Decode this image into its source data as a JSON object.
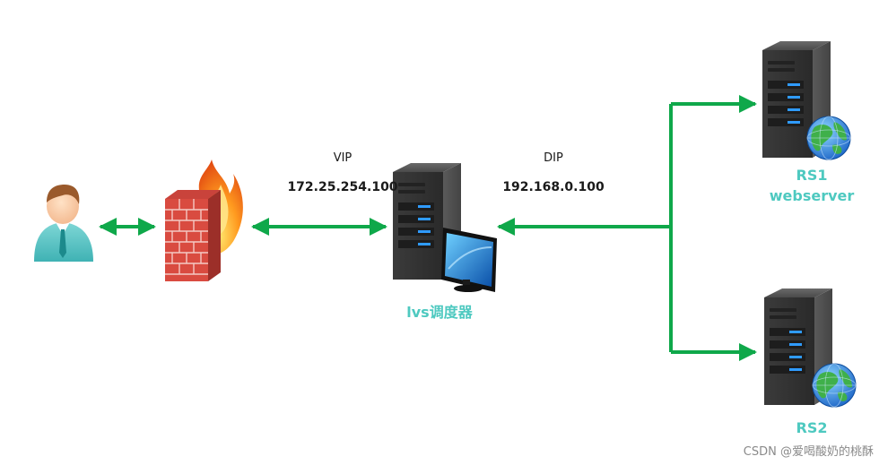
{
  "labels": {
    "vip_title": "VIP",
    "vip_address": "172.25.254.100",
    "dip_title": "DIP",
    "dip_address": "192.168.0.100",
    "lvs_label": "lvs调度器",
    "rs1_name": "RS1",
    "rs1_role": "webserver",
    "rs2_name": "RS2",
    "watermark": "CSDN @爱喝酸奶的桃酥"
  },
  "icons": {
    "client": "user-icon",
    "firewall": "firewall-icon",
    "lvs": "server-with-monitor-icon",
    "rs1": "web-server-icon",
    "rs2": "web-server-icon"
  },
  "colors": {
    "connector": "#0fa84a",
    "label_accent": "#4ec9c0",
    "server_body": "#3a3a3a",
    "server_led": "#2f9bff"
  }
}
